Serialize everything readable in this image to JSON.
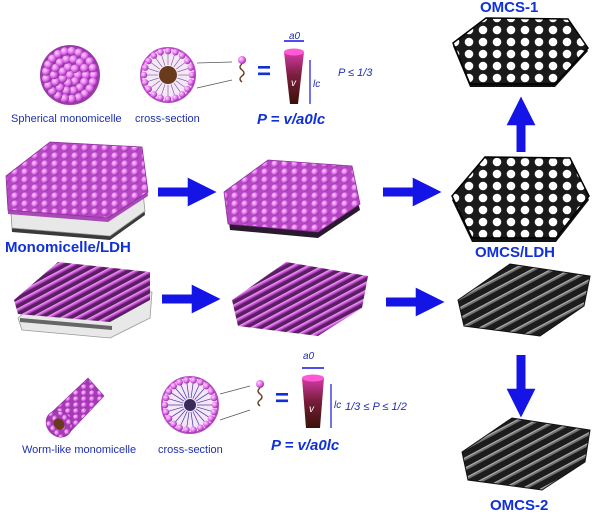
{
  "labels": {
    "omcs1": "OMCS-1",
    "omcs_ldh": "OMCS/LDH",
    "omcs2": "OMCS-2",
    "spherical_monomicelle": "Spherical monomicelle",
    "cross_section_top": "cross-section",
    "packing_eq_top": "P = v/a0lc",
    "p_cond_top": "P ≤ 1/3",
    "monomicelle_ldh": "Monomicelle/LDH",
    "worm_like_monomicelle": "Worm-like monomicelle",
    "cross_section_bottom": "cross-section",
    "packing_eq_bottom": "P = v/a0lc",
    "p_cond_bottom": "1/3 ≤ P ≤ 1/2",
    "a0": "a0",
    "lc": "lc",
    "v": "v",
    "equals": "="
  },
  "colors": {
    "label_blue": "#1030d8",
    "arrow_blue": "#1414e6",
    "micelle_pink": "#e070e8",
    "micelle_dark": "#8a2a9a",
    "carbon_black": "#1a1a1a",
    "ldh_gray": "#c8c8c8"
  }
}
